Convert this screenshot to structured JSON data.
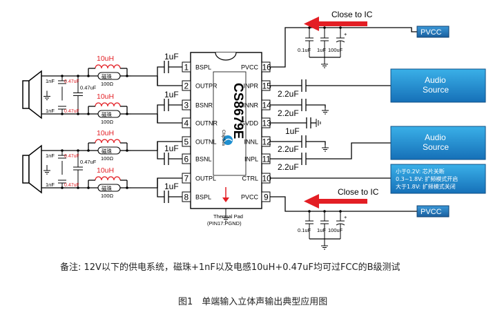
{
  "chip": {
    "part_number": "CS8679E",
    "thermal_pad_label": "Thermal Pad",
    "thermal_pad_pin": "(PIN17:PGND)",
    "left_pins": [
      {
        "num": "1",
        "name": "BSPL"
      },
      {
        "num": "2",
        "name": "OUTPR"
      },
      {
        "num": "3",
        "name": "BSNR"
      },
      {
        "num": "4",
        "name": "OUTNR"
      },
      {
        "num": "5",
        "name": "OUTNL"
      },
      {
        "num": "6",
        "name": "BSNL"
      },
      {
        "num": "7",
        "name": "OUTPL"
      },
      {
        "num": "8",
        "name": "BSPL"
      }
    ],
    "right_pins": [
      {
        "num": "16",
        "name": "PVCC"
      },
      {
        "num": "15",
        "name": "INPR"
      },
      {
        "num": "14",
        "name": "INNR"
      },
      {
        "num": "13",
        "name": "GVDD"
      },
      {
        "num": "12",
        "name": "INNL"
      },
      {
        "num": "11",
        "name": "INPL"
      },
      {
        "num": "10",
        "name": "CTRL"
      },
      {
        "num": "9",
        "name": "PVCC"
      }
    ]
  },
  "components": {
    "bootstrap_cap": "1uF",
    "input_cap": "2.2uF",
    "gvdd_cap": "1uF",
    "inductor": "10uH",
    "bead": "磁珠",
    "bead_value": "100Ω",
    "filter_cap_1nf": "1nF",
    "filter_cap_047": "0.47uF",
    "supply_caps": [
      "0.1uF",
      "1uF",
      "100uF"
    ]
  },
  "labels": {
    "close_to_ic": "Close to IC",
    "pvcc": "PVCC",
    "audio_source": [
      "Audio",
      "Source"
    ],
    "ctrl_notes": [
      "小于0.2V: 芯片关断",
      "0.3~1.8V: 扩频模式开启",
      "大于1.8V: 扩频模式关闭"
    ]
  },
  "footnote": "备注: 12V以下的供电系统，磁珠+1nF以及电感10uH+0.47uF均可过FCC的B级测试",
  "caption": "图1　单端输入立体声输出典型应用图",
  "colors": {
    "red": "#e31e24",
    "blue": "#1e8fd0",
    "pvcc_box": "#2b7bb9"
  }
}
